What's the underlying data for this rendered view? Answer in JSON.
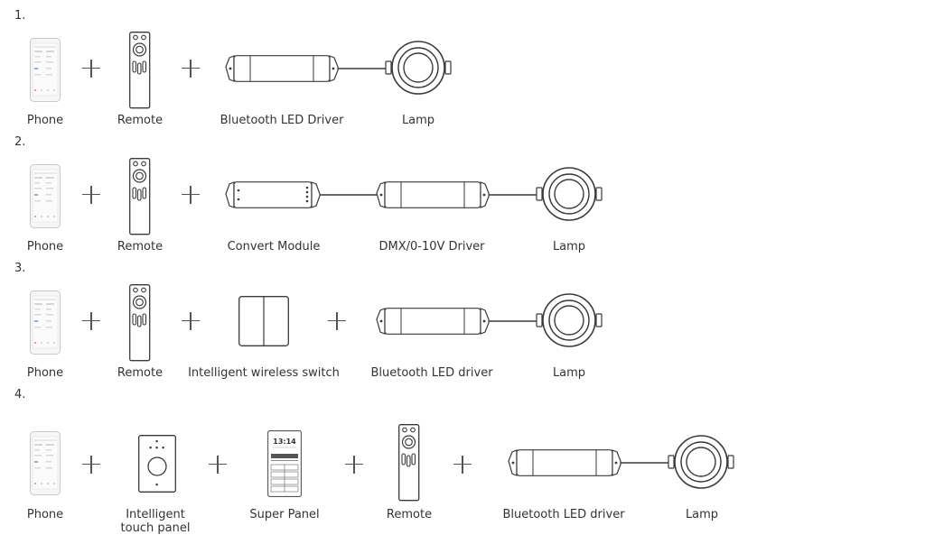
{
  "rows": [
    {
      "number": "1.",
      "labels": [
        "Phone",
        "Remote",
        "Bluetooth LED Driver",
        "Lamp"
      ]
    },
    {
      "number": "2.",
      "labels": [
        "Phone",
        "Remote",
        "Convert Module",
        "DMX/0-10V Driver",
        "Lamp"
      ]
    },
    {
      "number": "3.",
      "labels": [
        "Phone",
        "Remote",
        "Intelligent wireless switch",
        "Bluetooth LED driver",
        "Lamp"
      ]
    },
    {
      "number": "4.",
      "labels": [
        "Phone",
        "Intelligent\ntouch panel",
        "Super Panel",
        "Remote",
        "Bluetooth LED driver",
        "Lamp"
      ]
    }
  ],
  "super_panel_time": "13:14",
  "icons": [
    "phone-icon",
    "remote-icon",
    "led-driver-icon",
    "lamp-icon",
    "convert-module-icon",
    "wireless-switch-icon",
    "touch-panel-icon",
    "super-panel-icon"
  ]
}
